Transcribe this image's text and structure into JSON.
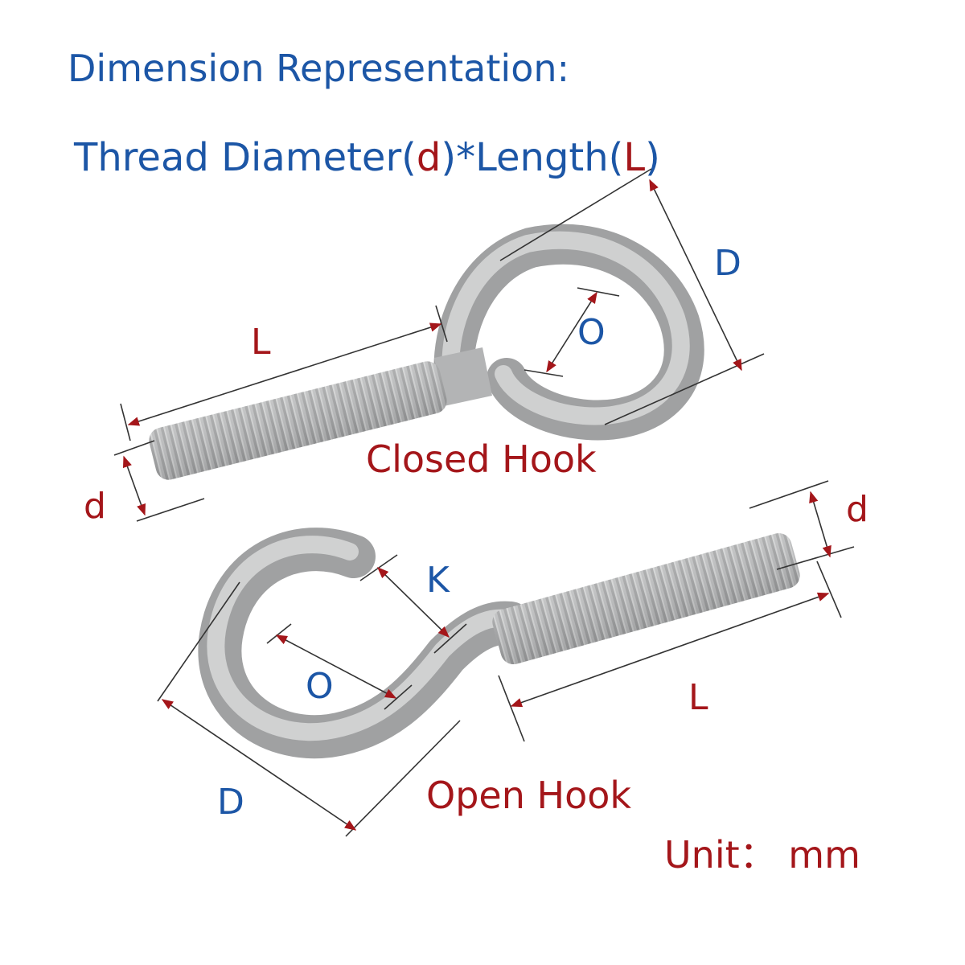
{
  "title": "Dimension Representation:",
  "formula": {
    "prefix": "Thread Diameter(",
    "d": "d",
    "middle": ")*Length(",
    "L": "L",
    "suffix": ")"
  },
  "closed_hook": {
    "caption": "Closed Hook",
    "labels": {
      "L": "L",
      "D": "D",
      "O": "O",
      "d": "d"
    }
  },
  "open_hook": {
    "caption": "Open Hook",
    "labels": {
      "L": "L",
      "D": "D",
      "O": "O",
      "K": "K",
      "d": "d"
    }
  },
  "unit": "Unit： mm",
  "colors": {
    "blue_text": "#1c56a6",
    "red_text": "#a4161a",
    "steel": "#b9babb"
  }
}
